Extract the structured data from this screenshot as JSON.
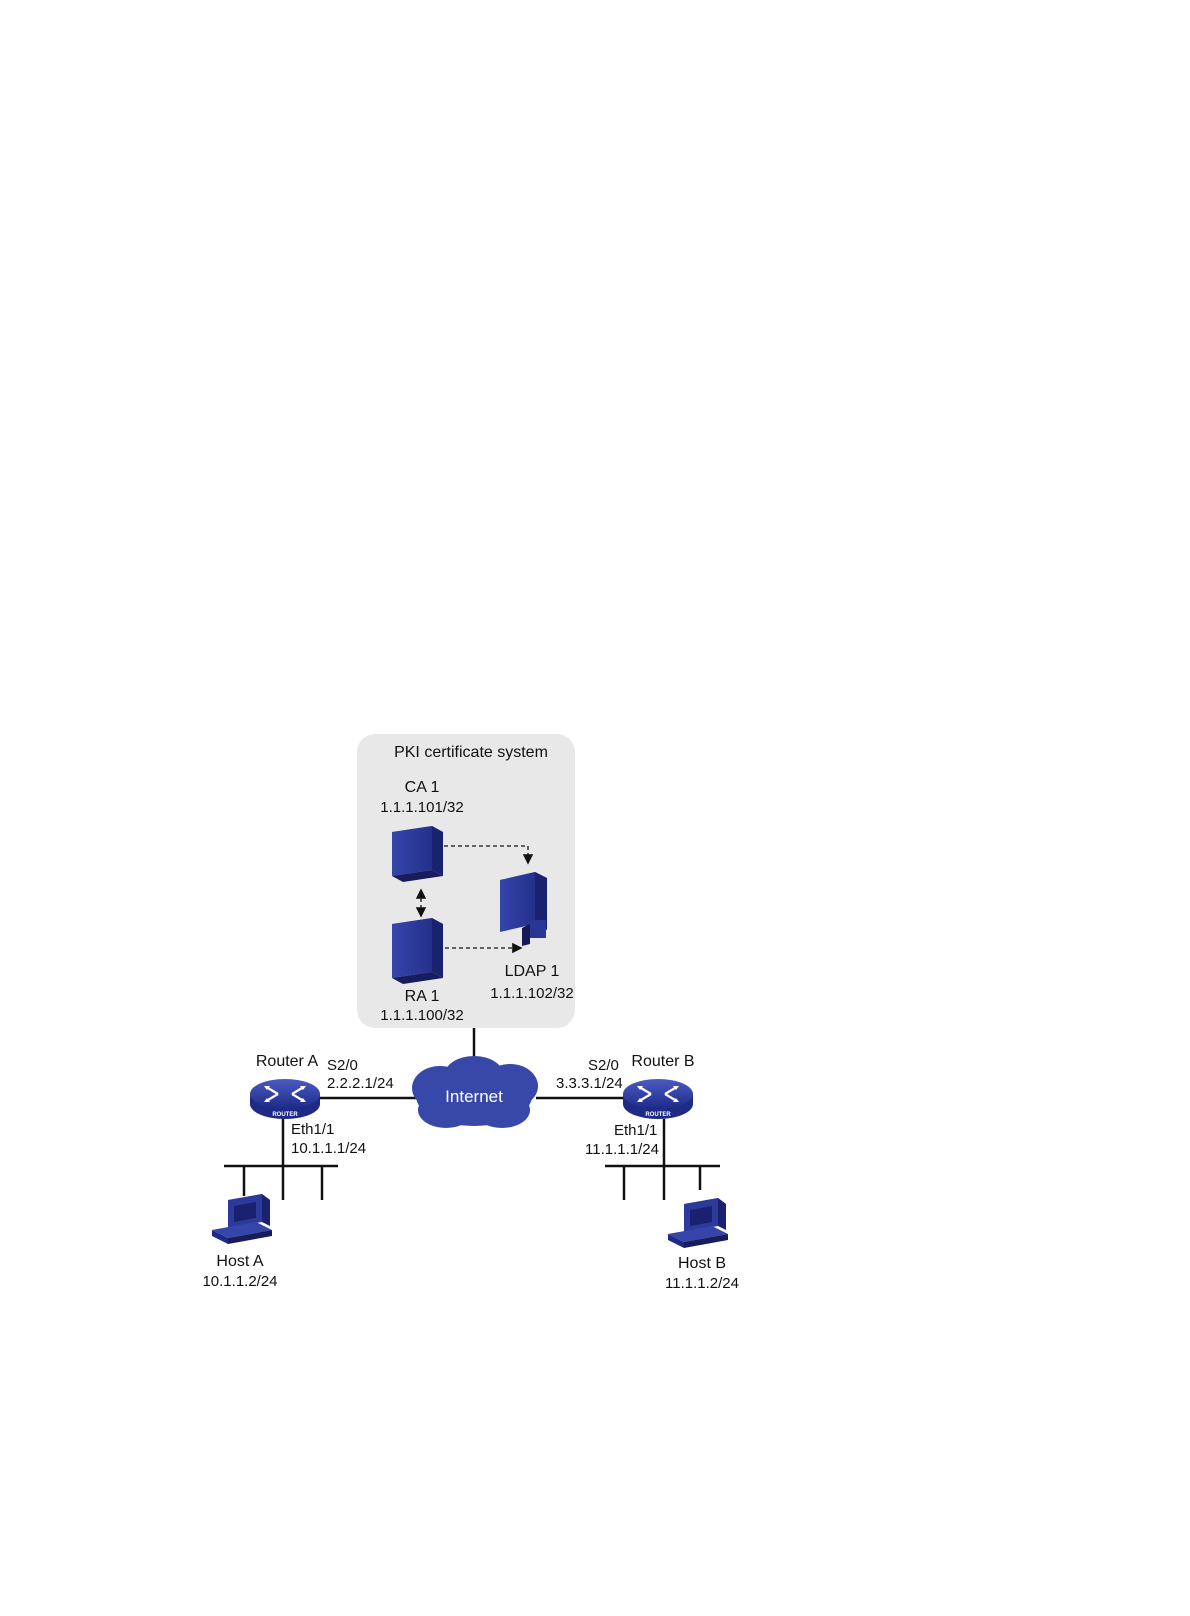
{
  "pki_system": {
    "title": "PKI certificate system"
  },
  "ca": {
    "name": "CA 1",
    "ip": "1.1.1.101/32"
  },
  "ra": {
    "name": "RA 1",
    "ip": "1.1.1.100/32"
  },
  "ldap": {
    "name": "LDAP 1",
    "ip": "1.1.1.102/32"
  },
  "internet": {
    "label": "Internet"
  },
  "router_a": {
    "name": "Router A",
    "badge": "ROUTER",
    "wan_port": "S2/0",
    "wan_ip": "2.2.2.1/24",
    "lan_port": "Eth1/1",
    "lan_ip": "10.1.1.1/24"
  },
  "router_b": {
    "name": "Router B",
    "badge": "ROUTER",
    "wan_port": "S2/0",
    "wan_ip": "3.3.3.1/24",
    "lan_port": "Eth1/1",
    "lan_ip": "11.1.1.1/24"
  },
  "host_a": {
    "name": "Host A",
    "ip": "10.1.1.2/24"
  },
  "host_b": {
    "name": "Host B",
    "ip": "11.1.1.2/24"
  },
  "colors": {
    "device_blue": "#2c3a9c",
    "device_dark": "#1a2270",
    "panel_bg": "#e9e8e8",
    "cloud_blue": "#3848a8"
  }
}
